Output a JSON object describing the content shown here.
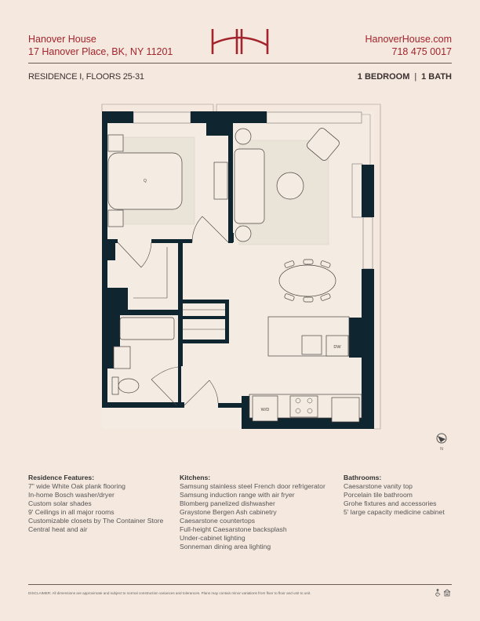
{
  "header": {
    "name": "Hanover House",
    "address": "17 Hanover Place, BK, NY 11201",
    "logo_text": "HH",
    "website": "HanoverHouse.com",
    "phone": "718 475 0017"
  },
  "subheader": {
    "residence": "RESIDENCE I, FLOORS 25-31",
    "bedrooms": "1 BEDROOM",
    "separator": "|",
    "baths": "1 BATH"
  },
  "plan": {
    "bed_label": "Q",
    "dishwasher_label": "DW",
    "washer_dryer_label": "W/D",
    "compass_label": "N"
  },
  "features": {
    "residence": {
      "title": "Residence Features:",
      "items": [
        "7\" wide White Oak plank flooring",
        "In-home Bosch washer/dryer",
        "Custom solar shades",
        "9' Ceilings in all major rooms",
        "Customizable closets by The Container Store",
        "Central heat and air"
      ]
    },
    "kitchens": {
      "title": "Kitchens:",
      "items": [
        "Samsung stainless steel French door refrigerator",
        "Samsung induction range with air fryer",
        "Blomberg panelized dishwasher",
        "Graystone Bergen Ash cabinetry",
        "Caesarstone countertops",
        "Full-height Caesarstone backsplash",
        "Under-cabinet lighting",
        "Sonneman dining area lighting"
      ]
    },
    "bathrooms": {
      "title": "Bathrooms:",
      "items": [
        "Caesarstone vanity top",
        "Porcelain tile bathroom",
        "Grohe fixtures and accessories",
        "5' large capacity medicine cabinet"
      ]
    }
  },
  "footer": {
    "disclaimer": "DISCLAIMER: All dimensions are approximate and subject to normal construction variances and tolerances. Plans may contain minor variations from floor to floor and unit to unit.",
    "icons": [
      "accessibility-icon",
      "equal-housing-icon"
    ]
  },
  "colors": {
    "brand_red": "#a3242c",
    "wall": "#0f2530",
    "background": "#f5e8df"
  }
}
